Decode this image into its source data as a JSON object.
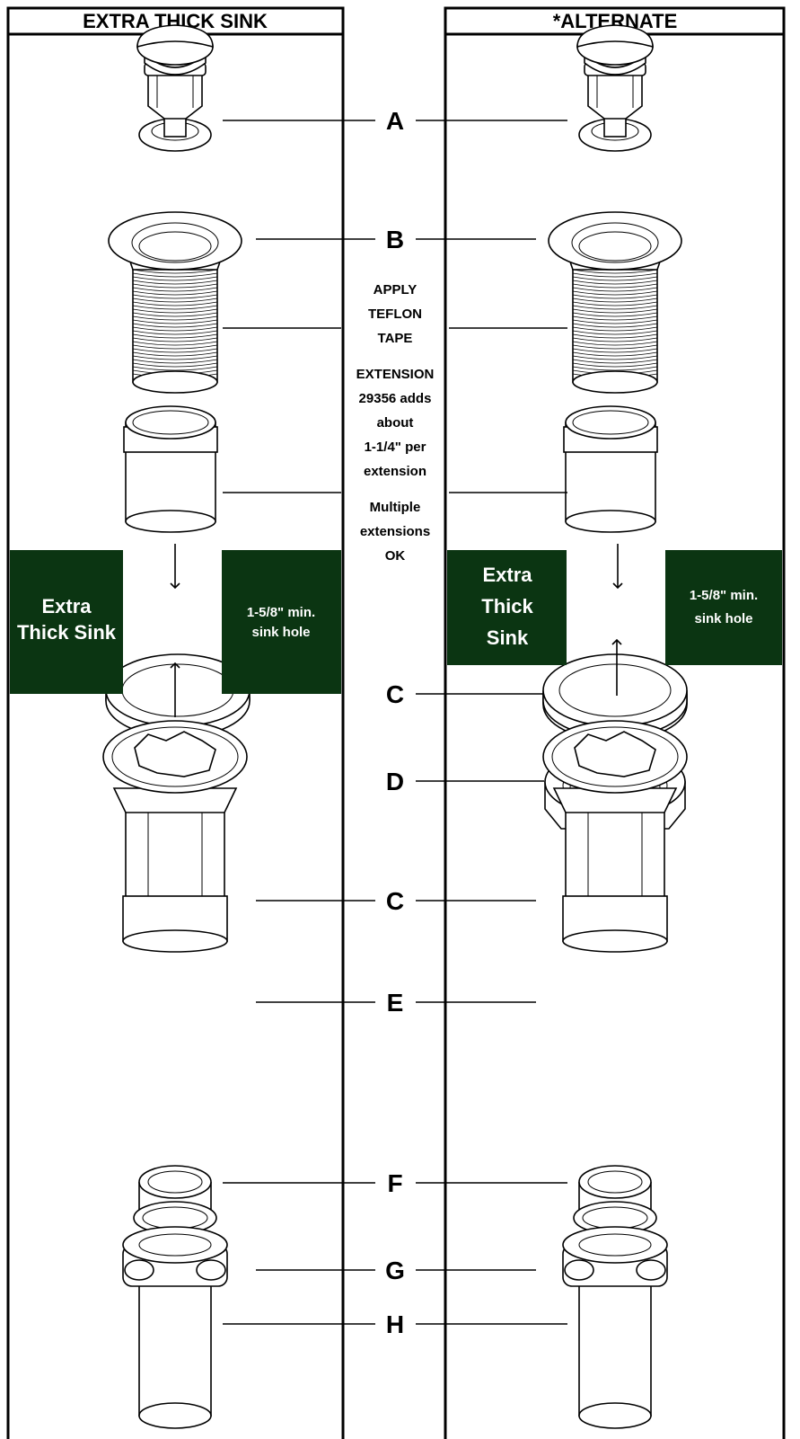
{
  "headers": {
    "left": "EXTRA THICK SINK",
    "right": "*ALTERNATE"
  },
  "callouts": [
    "A",
    "B",
    "C",
    "D",
    "C",
    "E",
    "F",
    "G",
    "H"
  ],
  "notes": {
    "teflon": [
      "APPLY",
      "TEFLON",
      "TAPE"
    ],
    "extension": [
      "EXTENSION",
      "29356 adds",
      "about",
      "1-1/4\" per",
      "extension"
    ],
    "multiple": [
      "Multiple",
      "extensions",
      "OK"
    ]
  },
  "sink_boxes": {
    "left_label": [
      "Extra",
      "Thick Sink"
    ],
    "left_hole": [
      "1-5/8\" min.",
      "sink hole"
    ],
    "right_label": [
      "Extra",
      "Thick",
      "Sink"
    ],
    "right_hole": [
      "1-5/8\" min.",
      "sink hole"
    ]
  },
  "colors": {
    "sink_box": "#0b3512",
    "line": "#000000",
    "background": "#ffffff"
  }
}
